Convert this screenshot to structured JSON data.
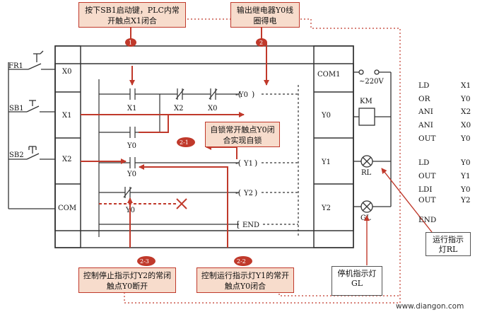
{
  "callouts": {
    "c1": "按下SB1启动键，PLC内常开触点X1闭合",
    "c2": "输出继电器Y0线圈得电",
    "c21": "自锁常开触点Y0闭合实现自锁",
    "c23": "控制停止指示灯Y2的常闭触点Y0断开",
    "c22": "控制运行指示灯Y1的常开触点Y0闭合",
    "gl": "停机指示灯GL",
    "rl": "运行指示灯RL"
  },
  "badges": {
    "b1": "1",
    "b2": "2",
    "b21": "2-1",
    "b22": "2-2",
    "b23": "2-3"
  },
  "inputs": {
    "fr1": "FR1",
    "sb1": "SB1",
    "sb2": "SB2",
    "x0": "X0",
    "x1": "X1",
    "x2": "X2",
    "com": "COM"
  },
  "outputs": {
    "com1": "COM1",
    "y0": "Y0",
    "y1": "Y1",
    "y2": "Y2",
    "voltage": "~220V",
    "km": "KM",
    "rl": "RL",
    "gl": "GL"
  },
  "ladder": {
    "r1_x1": "X1",
    "r1_x2": "X2",
    "r1_x0": "X0",
    "r1_coil": "Y0",
    "r2_y0": "Y0",
    "r3_y0": "Y0",
    "r3_coil": "Y1",
    "r4_y0": "Y0",
    "r4_coil": "Y2",
    "end": "END"
  },
  "instructions": [
    [
      "LD",
      "X1"
    ],
    [
      "OR",
      "Y0"
    ],
    [
      "ANI",
      "X2"
    ],
    [
      "ANI",
      "X0"
    ],
    [
      "OUT",
      "Y0"
    ],
    [
      "LD",
      "Y0"
    ],
    [
      "OUT",
      "Y1"
    ],
    [
      "LDI",
      "Y0"
    ],
    [
      "OUT",
      "Y2"
    ],
    [
      "END",
      ""
    ]
  ],
  "watermark": "www.diangon.com",
  "colors": {
    "accent": "#c0392b",
    "callout_bg": "#f7dccc",
    "frame": "#333333"
  }
}
